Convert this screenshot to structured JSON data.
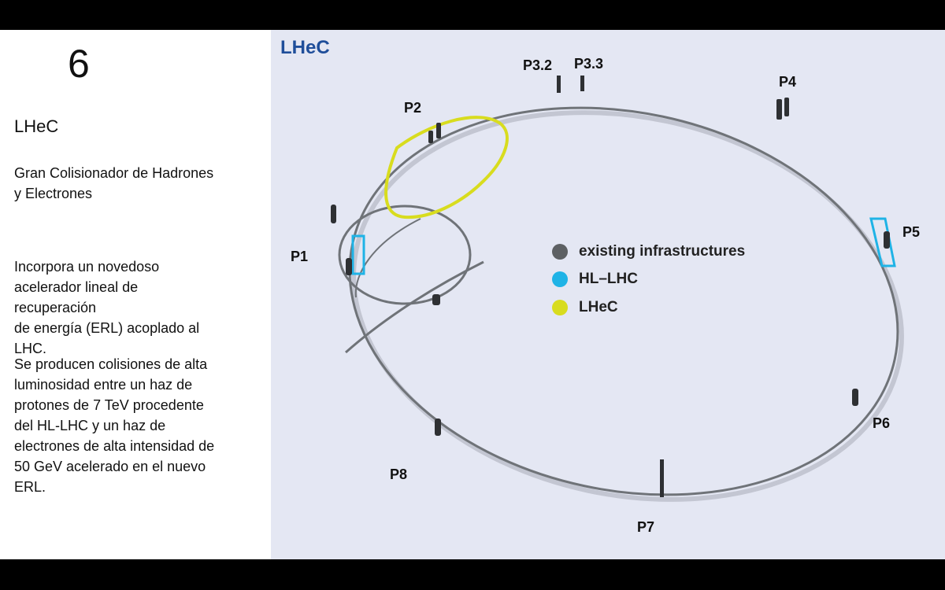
{
  "slide_number": "6",
  "heading": "LHeC",
  "paragraphs": [
    [
      "Gran Colisionador de Hadrones",
      "y Electrones"
    ],
    [
      "Incorpora un novedoso",
      "acelerador lineal de",
      "recuperación",
      "de energía (ERL) acoplado al",
      "LHC."
    ],
    [
      "Se producen colisiones de alta",
      "luminosidad entre un haz de",
      "protones de 7 TeV procedente",
      "del HL-LHC y un haz de",
      "electrones de alta intensidad de",
      "50 GeV acelerado en el nuevo",
      "ERL."
    ]
  ],
  "diagram": {
    "title": "LHeC",
    "points": [
      "P1",
      "P2",
      "P3.2",
      "P3.3",
      "P4",
      "P5",
      "P6",
      "P7",
      "P8"
    ],
    "legend": [
      {
        "label": "existing infrastructures",
        "color": "#5d6063"
      },
      {
        "label": "HL–LHC",
        "color": "#1fb3e6"
      },
      {
        "label": "LHeC",
        "color": "#d8dc1e"
      }
    ]
  },
  "colors": {
    "title_blue": "#1f4e9a",
    "panel_bg": "#e4e7f3",
    "ring": "#6f7378",
    "yellow": "#d8dc1e",
    "cyan": "#1fb3e6"
  }
}
